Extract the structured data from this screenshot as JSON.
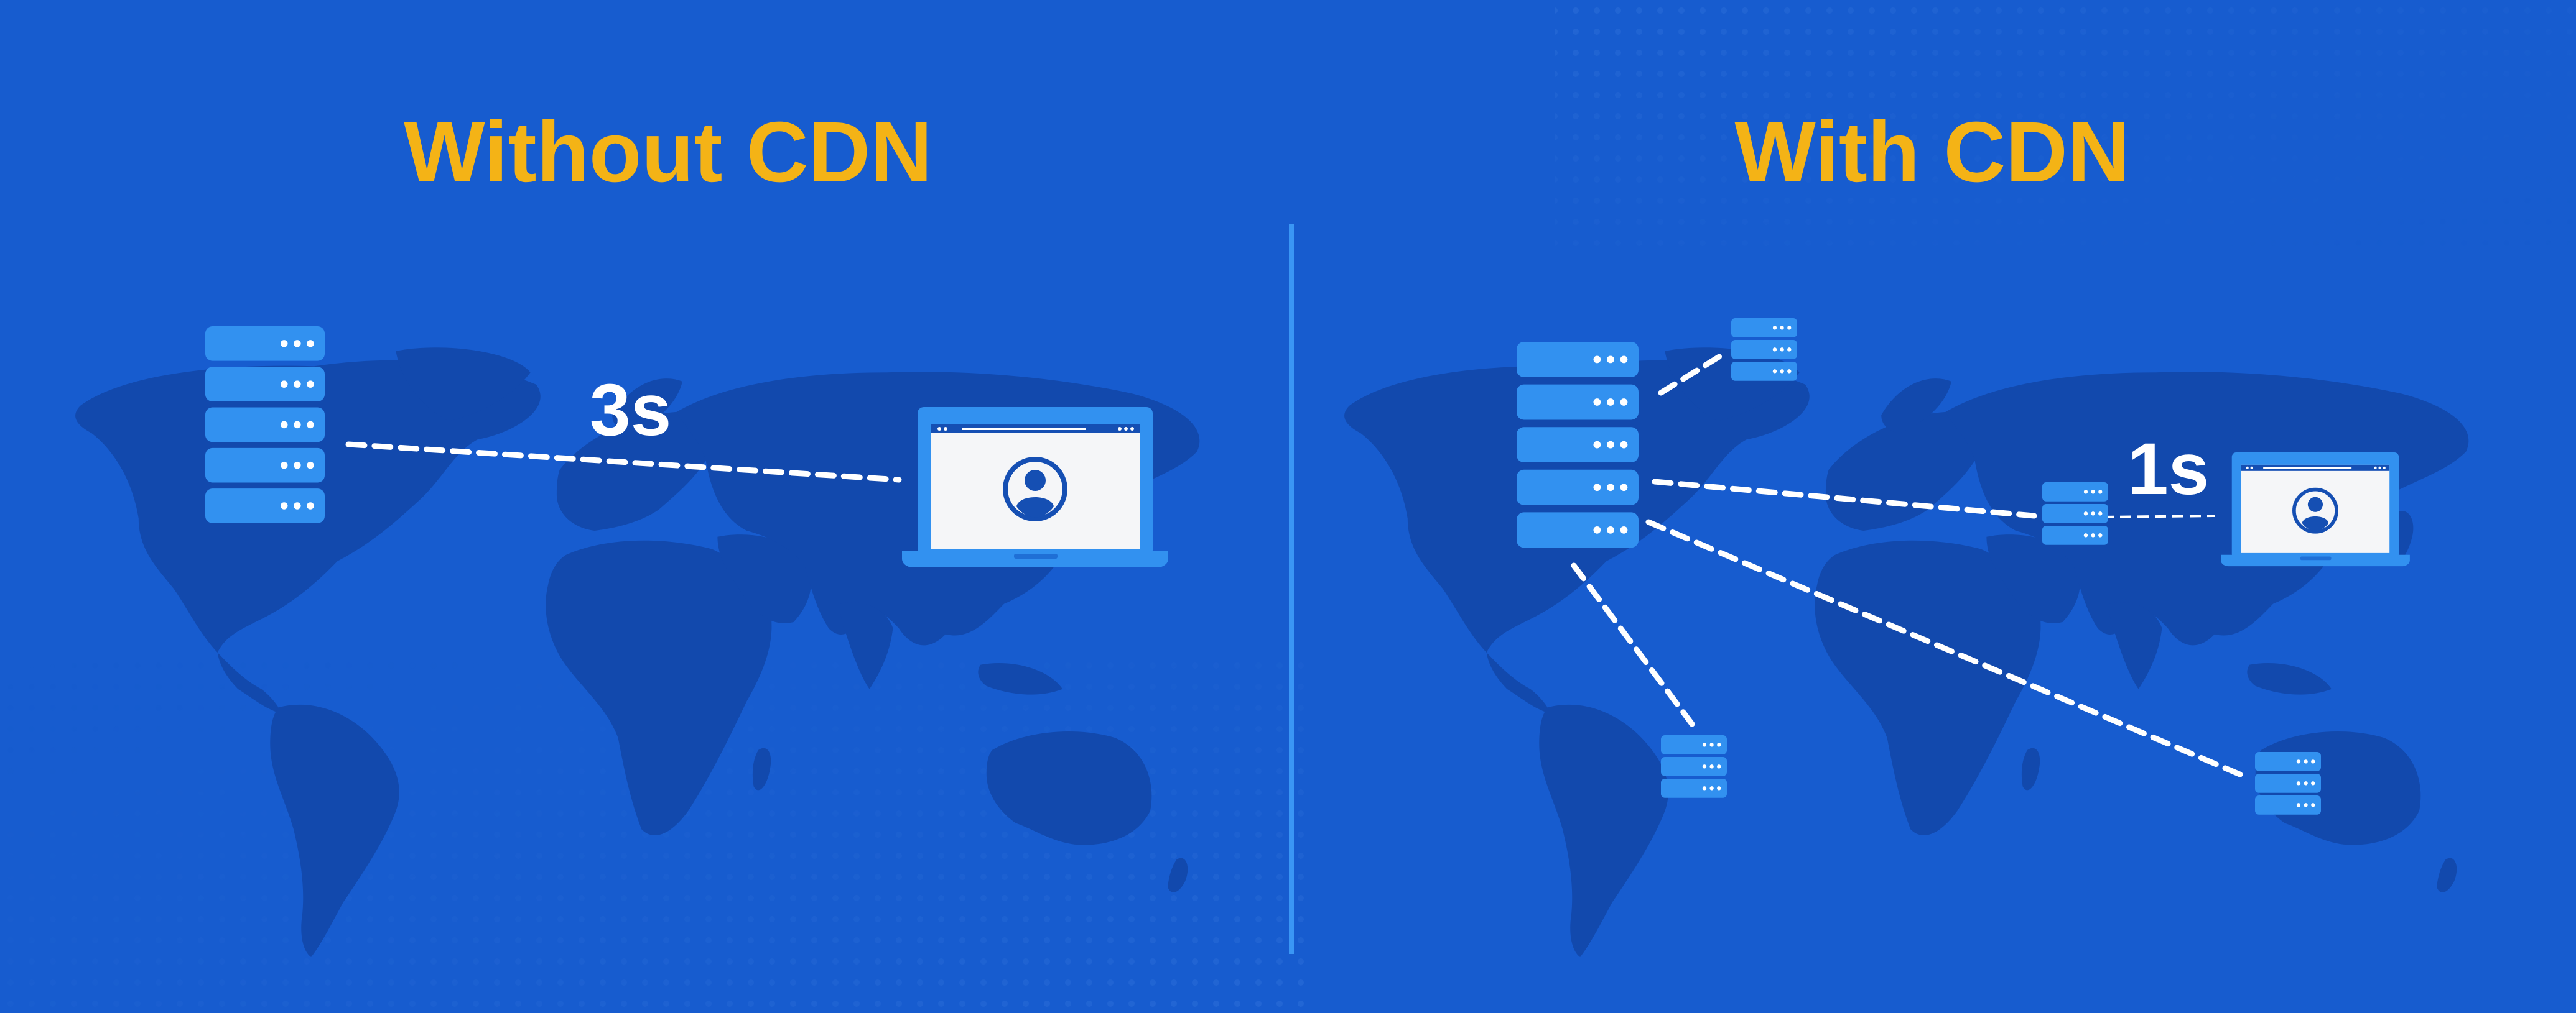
{
  "panels": {
    "without": {
      "title": "Without CDN",
      "time": "3s"
    },
    "with": {
      "title": "With CDN",
      "time": "1s"
    }
  },
  "icons": {
    "origin_server": "server-rack-icon",
    "edge_server": "server-rack-icon",
    "client": "laptop-user-icon"
  },
  "colors": {
    "background": "#175ccf",
    "map": "#1249ad",
    "title": "#f4b316",
    "server": "#3291f0",
    "divider": "#3a96f5",
    "line": "#ffffff"
  }
}
